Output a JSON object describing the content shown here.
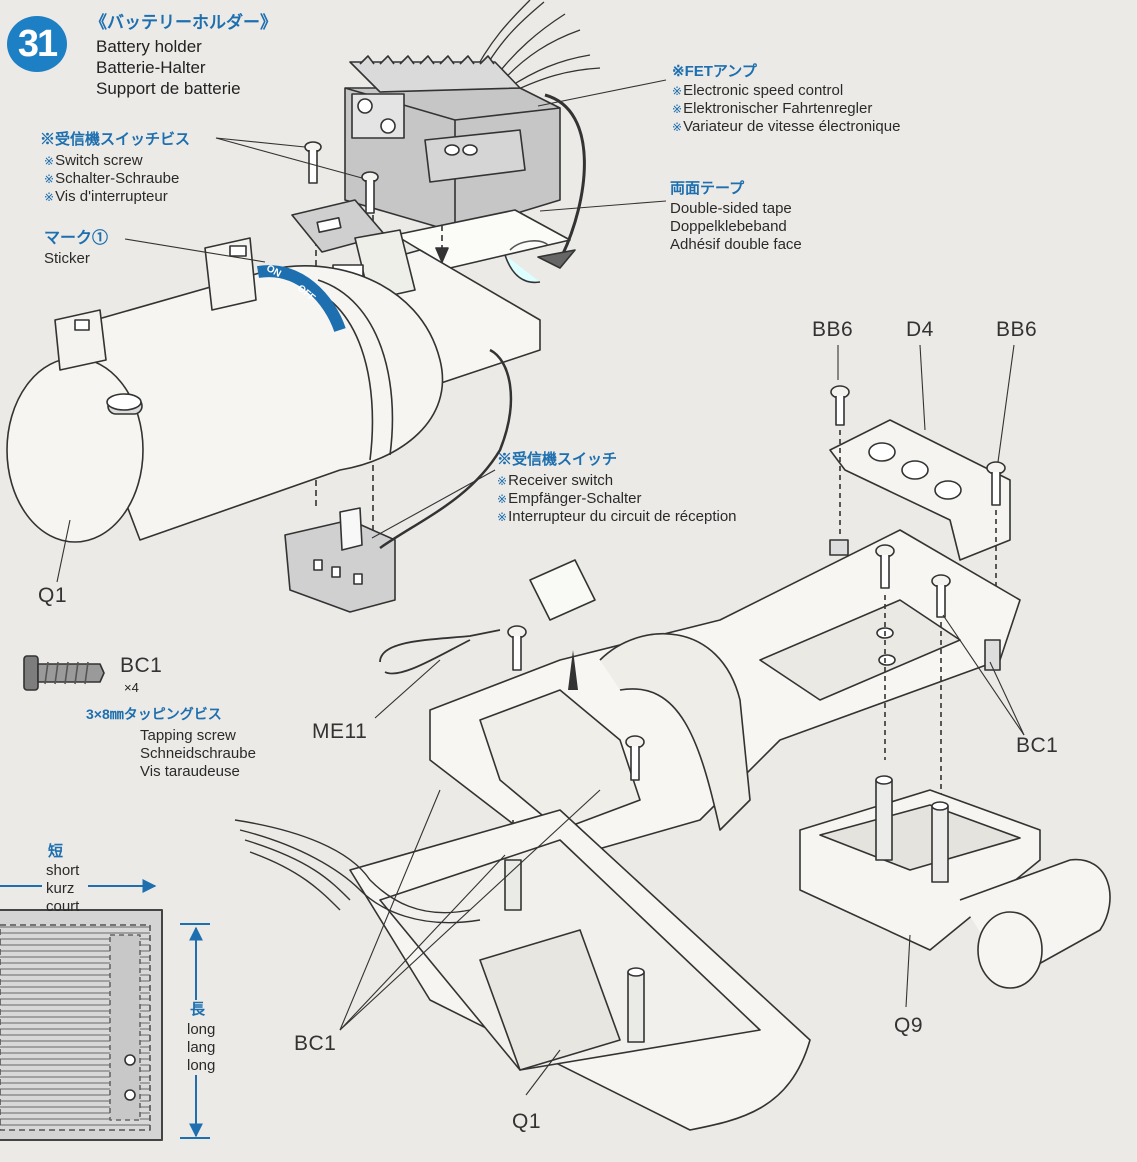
{
  "step": {
    "number": "31",
    "title_jp": "《バッテリーホルダー》",
    "title_en": "Battery holder",
    "title_de": "Batterie-Halter",
    "title_fr": "Support de batterie"
  },
  "callouts": {
    "fet": {
      "jp": "※FETアンプ",
      "lines": [
        "Electronic speed control",
        "Elektronischer Fahrtenregler",
        "Variateur de vitesse électronique"
      ]
    },
    "switch_screw": {
      "jp": "※受信機スイッチビス",
      "lines": [
        "Switch screw",
        "Schalter-Schraube",
        "Vis d'interrupteur"
      ]
    },
    "tape": {
      "jp": "両面テープ",
      "lines": [
        "Double-sided tape",
        "Doppelklebeband",
        "Adhésif double face"
      ]
    },
    "sticker": {
      "jp": "マーク①",
      "line": "Sticker"
    },
    "receiver_switch": {
      "jp": "※受信機スイッチ",
      "lines": [
        "Receiver switch",
        "Empfänger-Schalter",
        "Interrupteur du circuit de réception"
      ]
    }
  },
  "parts": {
    "bc1_legend": {
      "code": "BC1",
      "qty": "×4",
      "jp": "3×8㎜タッピングビス",
      "lines": [
        "Tapping screw",
        "Schneidschraube",
        "Vis taraudeuse"
      ]
    },
    "labels": {
      "q1_top": "Q1",
      "q1_bottom": "Q1",
      "me11": "ME11",
      "bb6_left": "BB6",
      "d4": "D4",
      "bb6_right": "BB6",
      "bc1_right": "BC1",
      "bc1_bottom": "BC1",
      "q9": "Q9"
    },
    "switch_marks": {
      "on": "ON",
      "off": "OFF"
    }
  },
  "dimensions": {
    "short_jp": "短",
    "short_lines": [
      "short",
      "kurz",
      "court"
    ],
    "long_jp": "長",
    "long_lines": [
      "long",
      "lang",
      "long"
    ]
  },
  "colors": {
    "accent": "#1d6fb0",
    "badge": "#1d7fc4",
    "paper": "#eceae6",
    "line": "#333333",
    "part_fill": "#f4f3ef",
    "shade": "#b9b9b9"
  }
}
